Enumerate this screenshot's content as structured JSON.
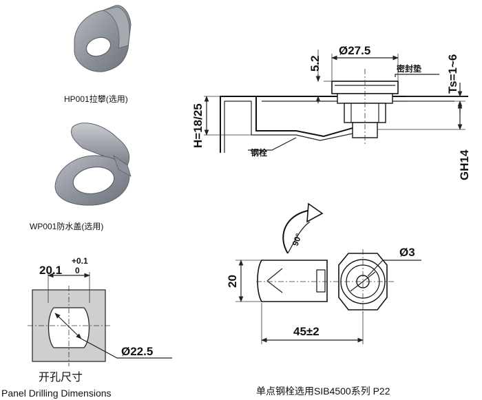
{
  "accessories": {
    "hp001_caption": "HP001拉攀(选用)",
    "wp001_caption": "WP001防水盖(选用)"
  },
  "side_view": {
    "dim_top_small": "5.2",
    "dim_diameter_top": "Ø27.5",
    "gasket_label": "密封垫",
    "ts_label": "Ts=1~6",
    "height_label": "H=18/25",
    "pawl_label": "钢栓",
    "gh_label": "GH14"
  },
  "front_view": {
    "rotation_label": "90°",
    "dim_hole": "Ø3",
    "dim_height": "20",
    "dim_length": "45±2"
  },
  "panel_drilling": {
    "width_dim": "20.1",
    "tol_upper": "+0.1",
    "tol_lower": "0",
    "diameter_dim": "Ø22.5",
    "caption_cn": "开孔尺寸",
    "caption_en": "Panel Drilling Dimensions"
  },
  "footer": {
    "model_caption": "单点钢栓选用SIB4500系列 P22"
  }
}
